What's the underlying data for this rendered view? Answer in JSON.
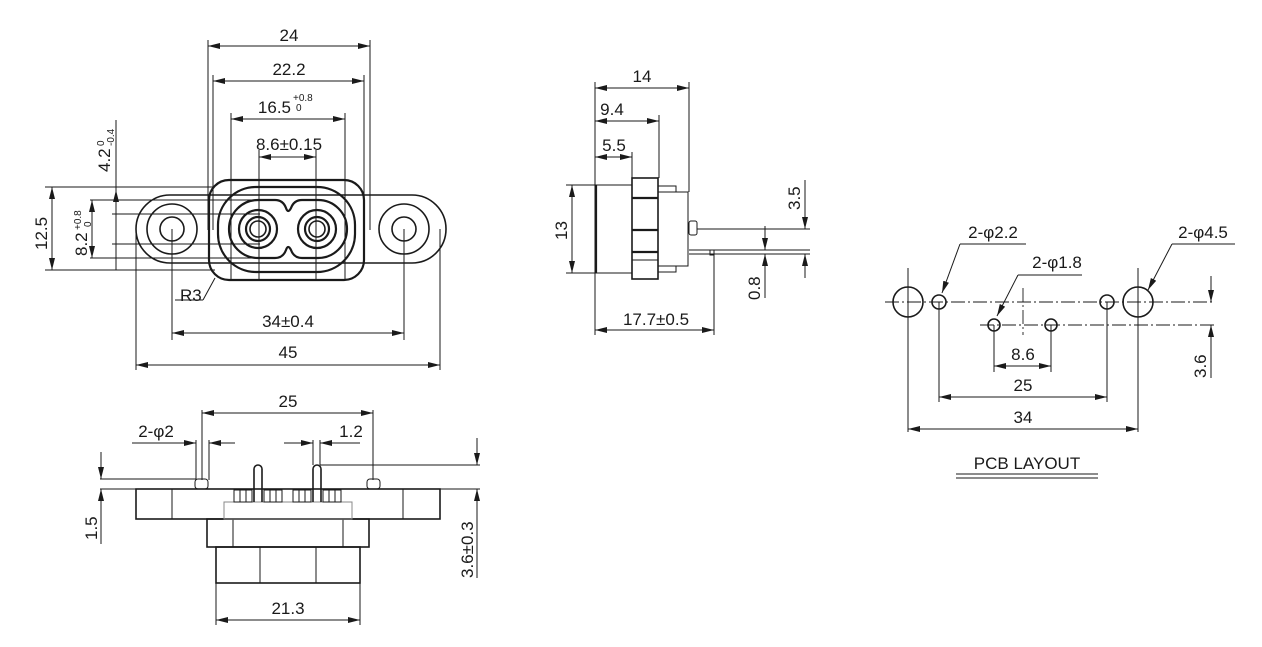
{
  "drawing": {
    "front_view": {
      "dims": {
        "overall_width_top": "24",
        "inner_width": "22.2",
        "opening_width": "16.5",
        "opening_tol_upper": "+0.8",
        "opening_tol_lower": "0",
        "pin_pitch": "8.6±0.15",
        "flange_thickness": "4.2",
        "flange_tol_upper": "0",
        "flange_tol_lower": "-0.4",
        "height": "12.5",
        "opening_height": "8.2",
        "opening_h_tol_upper": "+0.8",
        "opening_h_tol_lower": "0",
        "radius": "R3",
        "mount_pitch": "34±0.4",
        "overall_width": "45"
      }
    },
    "side_view": {
      "dims": {
        "depth_total": "14",
        "depth_mid": "9.4",
        "depth_front": "5.5",
        "height": "13",
        "pin_offset": "3.5",
        "pin_thickness": "0.8",
        "overall_length": "17.7±0.5"
      }
    },
    "bottom_view": {
      "dims": {
        "hole_pitch": "25",
        "peg_dia": "2-φ2",
        "pin_width": "1.2",
        "flange_height": "1.5",
        "pin_length": "3.6±0.3",
        "body_width": "21.3"
      }
    },
    "pcb_layout": {
      "title": "PCB LAYOUT",
      "dims": {
        "peg_holes": "2-φ2.2",
        "pin_holes": "2-φ1.8",
        "mount_holes": "2-φ4.5",
        "pin_pitch": "8.6",
        "peg_pitch": "25",
        "mount_pitch": "34",
        "pin_row_offset": "3.6"
      }
    }
  }
}
